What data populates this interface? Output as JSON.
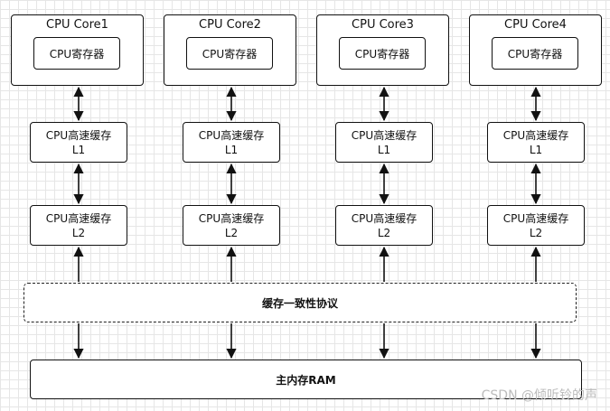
{
  "cores": [
    {
      "title": "CPU Core1",
      "register": "CPU寄存器",
      "l1_name": "CPU高速缓存",
      "l1_level": "L1",
      "l2_name": "CPU高速缓存",
      "l2_level": "L2"
    },
    {
      "title": "CPU Core2",
      "register": "CPU寄存器",
      "l1_name": "CPU高速缓存",
      "l1_level": "L1",
      "l2_name": "CPU高速缓存",
      "l2_level": "L2"
    },
    {
      "title": "CPU Core3",
      "register": "CPU寄存器",
      "l1_name": "CPU高速缓存",
      "l1_level": "L1",
      "l2_name": "CPU高速缓存",
      "l2_level": "L2"
    },
    {
      "title": "CPU Core4",
      "register": "CPU寄存器",
      "l1_name": "CPU高速缓存",
      "l1_level": "L1",
      "l2_name": "CPU高速缓存",
      "l2_level": "L2"
    }
  ],
  "protocol": "缓存一致性协议",
  "ram": "主内存RAM",
  "watermark": "CSDN @倾听铃的声"
}
